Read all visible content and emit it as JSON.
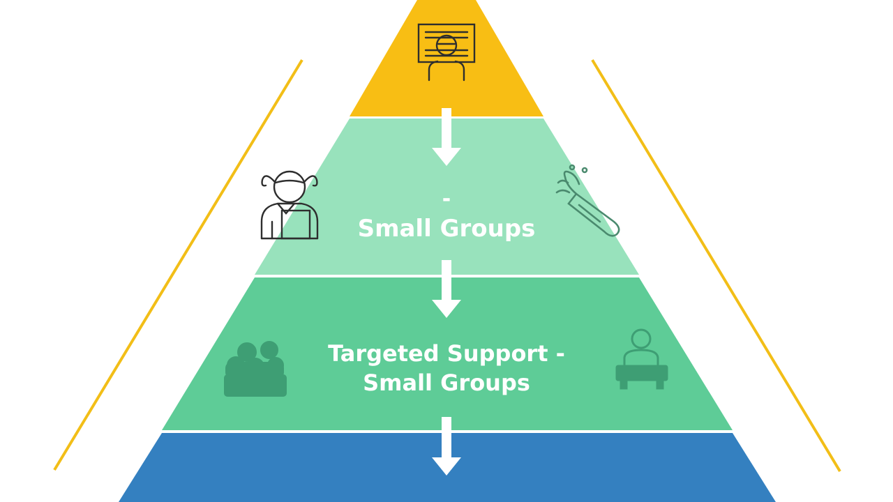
{
  "colors": {
    "tier_1": "#F8BE14",
    "tier_2": "#98E2BC",
    "tier_3": "#5ECC97",
    "tier_4": "#3480C0",
    "side_lines": "#F2BE17",
    "arrow": "#ffffff",
    "icon_dark": "#2E2E2E",
    "icon_tier_3": "#3E9E74",
    "icon_tier_2": "#4A8A6E"
  },
  "tiers": [
    {
      "id": "tier-1",
      "icon": "presentation-board-icon"
    },
    {
      "id": "tier-2",
      "dash": "-",
      "label": "Small Groups",
      "icons": [
        "student-girl-icon",
        "paint-brush-icon"
      ]
    },
    {
      "id": "tier-3",
      "line1": "Targeted Support -",
      "line2": "Small Groups",
      "icons": [
        "group-people-icon",
        "person-at-desk-icon"
      ]
    },
    {
      "id": "tier-4"
    }
  ]
}
